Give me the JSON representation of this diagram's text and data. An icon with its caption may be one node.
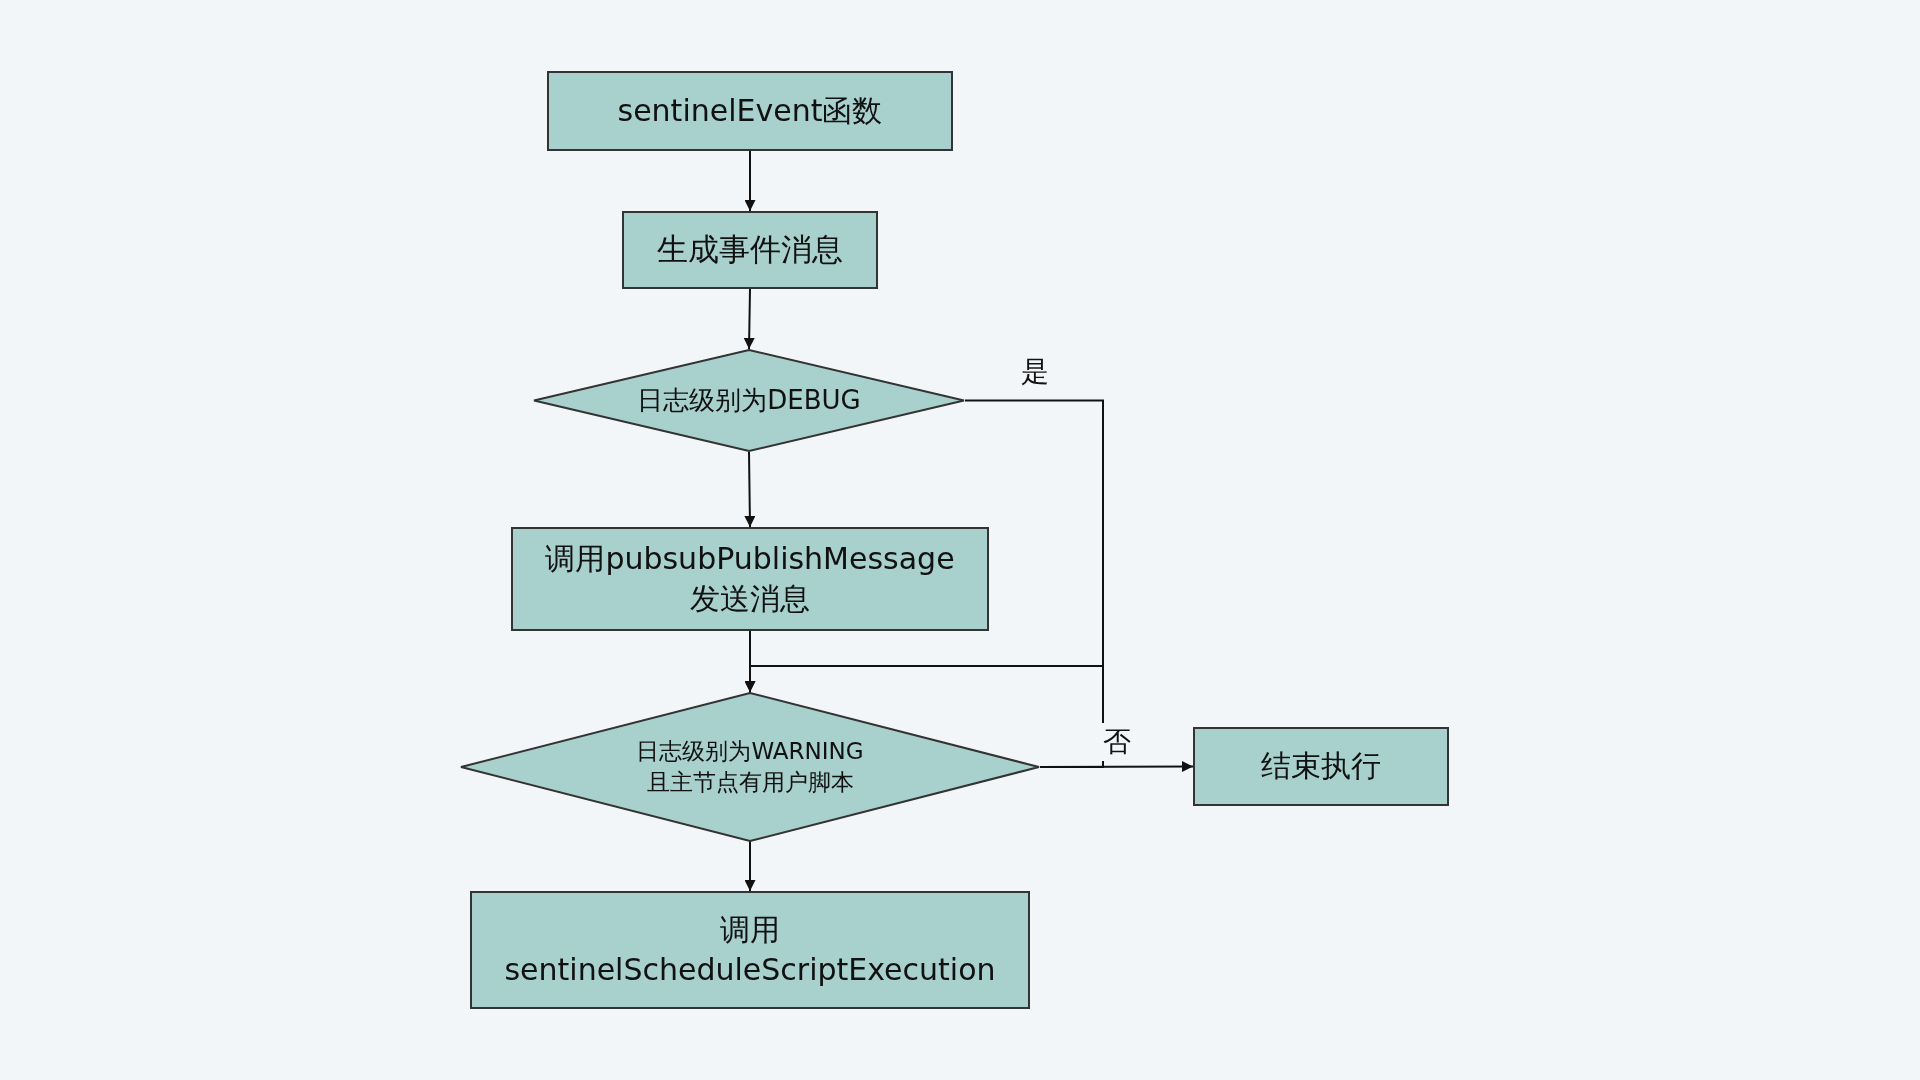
{
  "diagram": {
    "nodes": [
      {
        "text": [
          "sentinelEvent函数"
        ]
      },
      {
        "text": [
          "生成事件消息"
        ]
      },
      {
        "text": [
          "日志级别为DEBUG"
        ]
      },
      {
        "text": [
          "调用pubsubPublishMessage 发送消息"
        ]
      },
      {
        "text": [
          "日志级别为WARNING 且主节点有用户脚本"
        ]
      },
      {
        "text": [
          "结束执行"
        ]
      },
      {
        "text": [
          "调用 sentinelScheduleScriptExecution"
        ]
      }
    ],
    "edges": [
      {
        "from": 0,
        "to": 1,
        "arrow": "to"
      },
      {
        "from": 1,
        "to": 2,
        "arrow": "to"
      },
      {
        "from": 2,
        "to": 3,
        "arrow": "to"
      },
      {
        "from": 2,
        "to": 4,
        "arrow": "to",
        "label": "是"
      },
      {
        "from": 3,
        "to": 4,
        "arrow": "to"
      },
      {
        "from": 4,
        "to": 5,
        "arrow": "to",
        "label": "否"
      },
      {
        "from": 4,
        "to": 6,
        "arrow": "to"
      }
    ]
  }
}
